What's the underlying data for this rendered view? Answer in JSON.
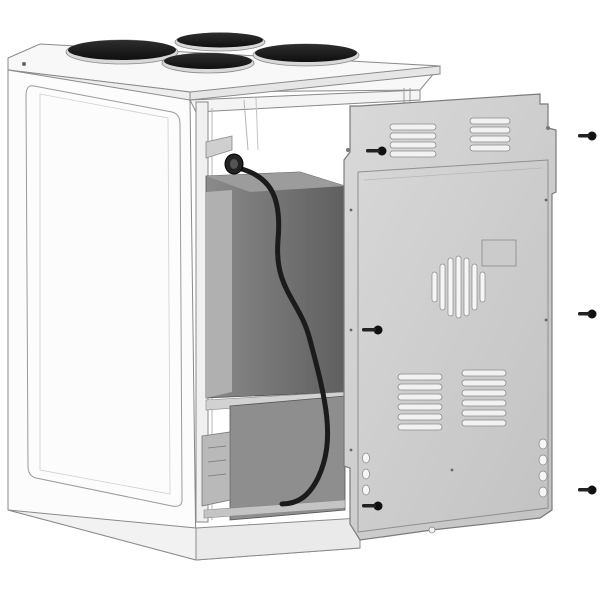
{
  "illustration": {
    "subject": "electric-cooker-rear-panel-removal",
    "colors": {
      "background": "#ffffff",
      "outline": "#8a8a8a",
      "cabinet_white": "#fdfdfd",
      "cabinet_shadow": "#e4e4e4",
      "hob_plate": "#1e1e1e",
      "hob_rim": "#d8d8d8",
      "interior_dark": "#6b6b6b",
      "interior_mid": "#a9a9a9",
      "panel_grey": "#c9c9c9",
      "panel_light": "#dedede",
      "cable": "#1b1b1b",
      "screw": "#111111"
    },
    "parts": {
      "hotplates": 4,
      "screws_on_panel": 3,
      "screws_removed": 3
    }
  }
}
